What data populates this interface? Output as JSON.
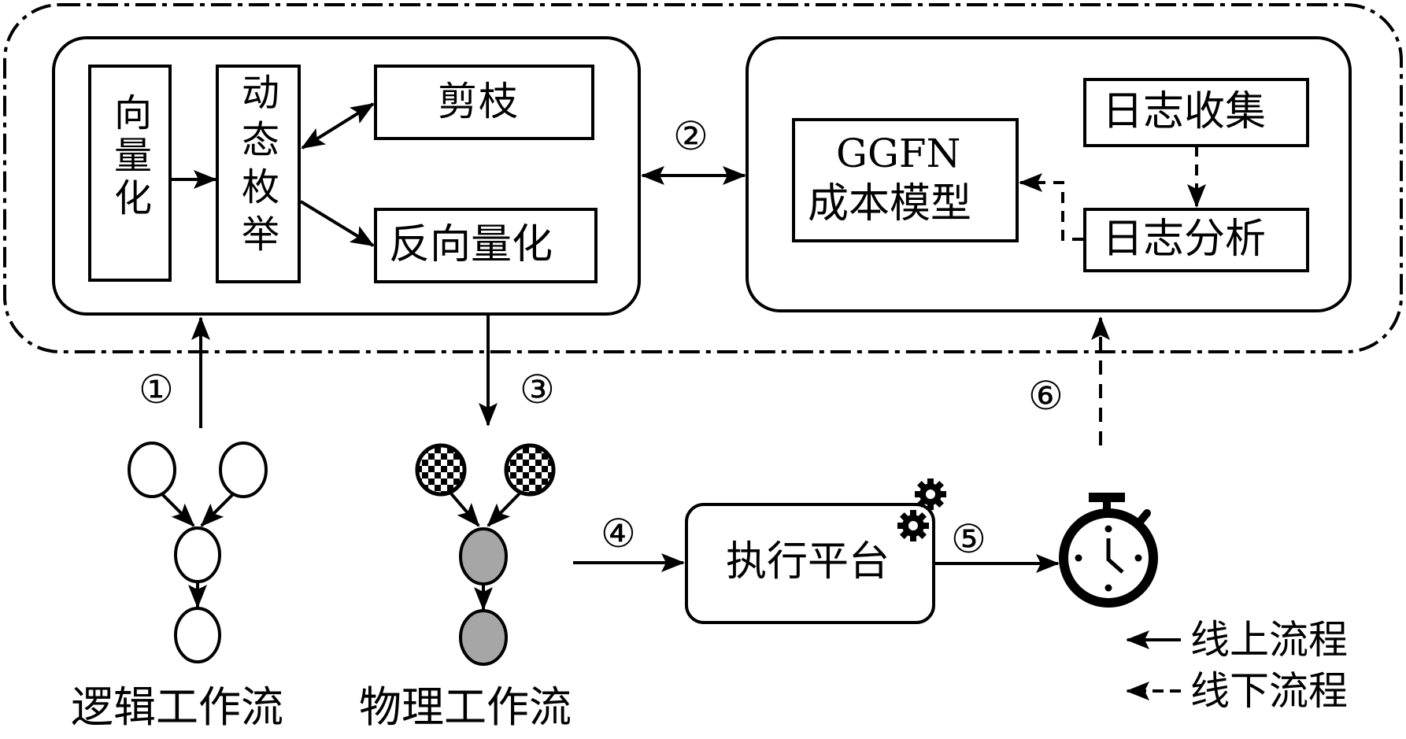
{
  "diagram": {
    "colors": {
      "stroke": "#000000",
      "background": "#ffffff",
      "physical_node_fill": "#a6a6a6"
    },
    "optimizer_module": {
      "vectorize": "向量化",
      "dynamic_enum": "动态枚举",
      "pruning": "剪枝",
      "devectorize": "反向量化"
    },
    "cost_module": {
      "model_line1": "GGFN",
      "model_line2": "成本模型",
      "log_collect": "日志收集",
      "log_analysis": "日志分析"
    },
    "steps": [
      "①",
      "②",
      "③",
      "④",
      "⑤",
      "⑥"
    ],
    "logical_workflow_label": "逻辑工作流",
    "physical_workflow_label": "物理工作流",
    "execution_platform": "执行平台",
    "icons": {
      "gear": "gear-icon",
      "stopwatch": "stopwatch-icon"
    },
    "legend": {
      "online": "线上流程",
      "offline": "线下流程"
    }
  }
}
